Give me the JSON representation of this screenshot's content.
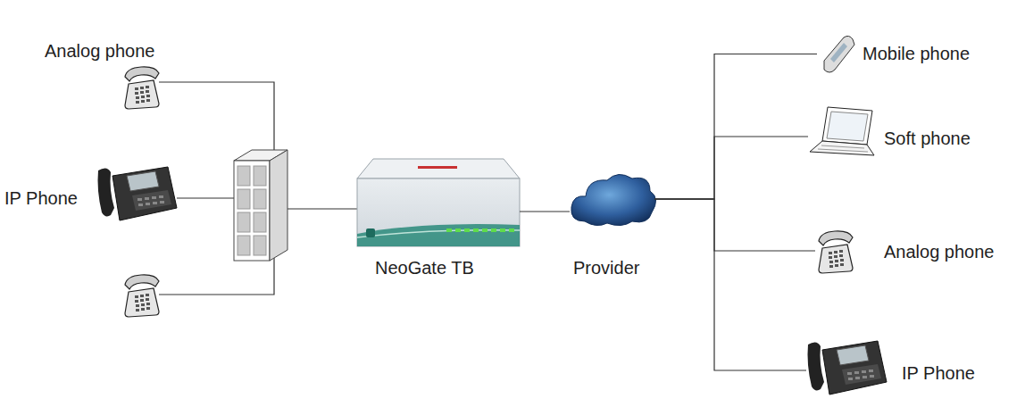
{
  "diagram": {
    "nodes": [
      {
        "text": [
          "Analog phone"
        ]
      },
      {
        "text": [
          "IP Phone"
        ]
      },
      {
        "text": [
          "NeoGate TB"
        ]
      },
      {
        "text": [
          "Provider"
        ]
      },
      {
        "text": [
          "Mobile phone"
        ]
      },
      {
        "text": [
          "Soft phone"
        ]
      },
      {
        "text": [
          "Analog phone"
        ]
      },
      {
        "text": [
          "IP Phone"
        ]
      }
    ],
    "edges": [
      {
        "from": 2,
        "to": 3,
        "arrow": "none"
      },
      {
        "from": 3,
        "to": 4,
        "arrow": "none"
      },
      {
        "from": 3,
        "to": 5,
        "arrow": "none"
      },
      {
        "from": 3,
        "to": 6,
        "arrow": "none"
      },
      {
        "from": 3,
        "to": 7,
        "arrow": "none"
      }
    ]
  }
}
